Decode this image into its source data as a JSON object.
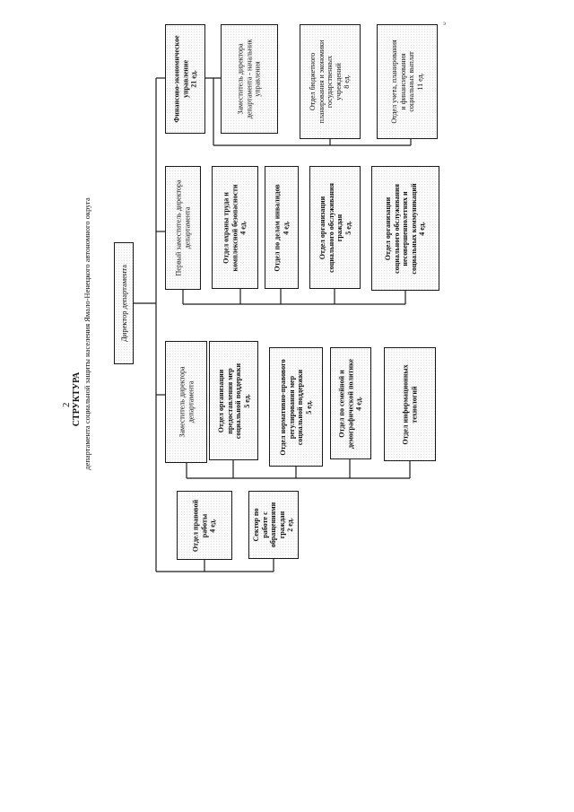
{
  "page": {
    "number": "2",
    "title": "СТРУКТУРА",
    "subtitle": "департамента социальной защиты населения Ямало-Ненецкого автономного округа",
    "mark": "э"
  },
  "units": {
    "director": [
      "Директор департамента"
    ],
    "fin_econ": [
      "Финансово-экономическое",
      "управление",
      "21 ед."
    ],
    "deputy_chief": [
      "Заместитель директора",
      "департамента - начальник",
      "управления"
    ],
    "budget_dept": [
      "Отдел бюджетного",
      "планирования и экономики",
      "государственных",
      "учреждений",
      "8 ед."
    ],
    "accounting_dept": [
      "Отдел учета, планирования",
      "и финансирования",
      "социальных выплат",
      "11 ед."
    ],
    "first_deputy": [
      "Первый заместитель директора",
      "департамента"
    ],
    "labor_dept": [
      "Отдел охраны труда и",
      "комплексной безопасности",
      "4 ед."
    ],
    "disabled_dept": [
      "Отдел по делам инвалидов",
      "4 ед."
    ],
    "social_service_dept": [
      "Отдел организации",
      "социального обслуживания",
      "граждан",
      "5 ед."
    ],
    "minors_service_dept": [
      "Отдел организации",
      "социального обслуживания",
      "несовершеннолетних и",
      "социальных коммуникаций",
      "4 ед."
    ],
    "deputy": [
      "Заместитель директора",
      "департамента"
    ],
    "support_dept": [
      "Отдел организации",
      "предоставления мер",
      "социальной поддержки",
      "5 ед."
    ],
    "regulation_dept": [
      "Отдел нормативно-правового",
      "регулирования мер",
      "социальной поддержки",
      "5 ед."
    ],
    "family_dept": [
      "Отдел по семейной и",
      "демографической политике",
      "4 ед."
    ],
    "it_dept": [
      "Отдел информационных",
      "технологий"
    ],
    "legal_dept": [
      "Отдел правовой",
      "работы",
      "4 ед."
    ],
    "appeals_sector": [
      "Сектор по",
      "работе с",
      "обращениями",
      "граждан",
      "2 ед."
    ]
  }
}
